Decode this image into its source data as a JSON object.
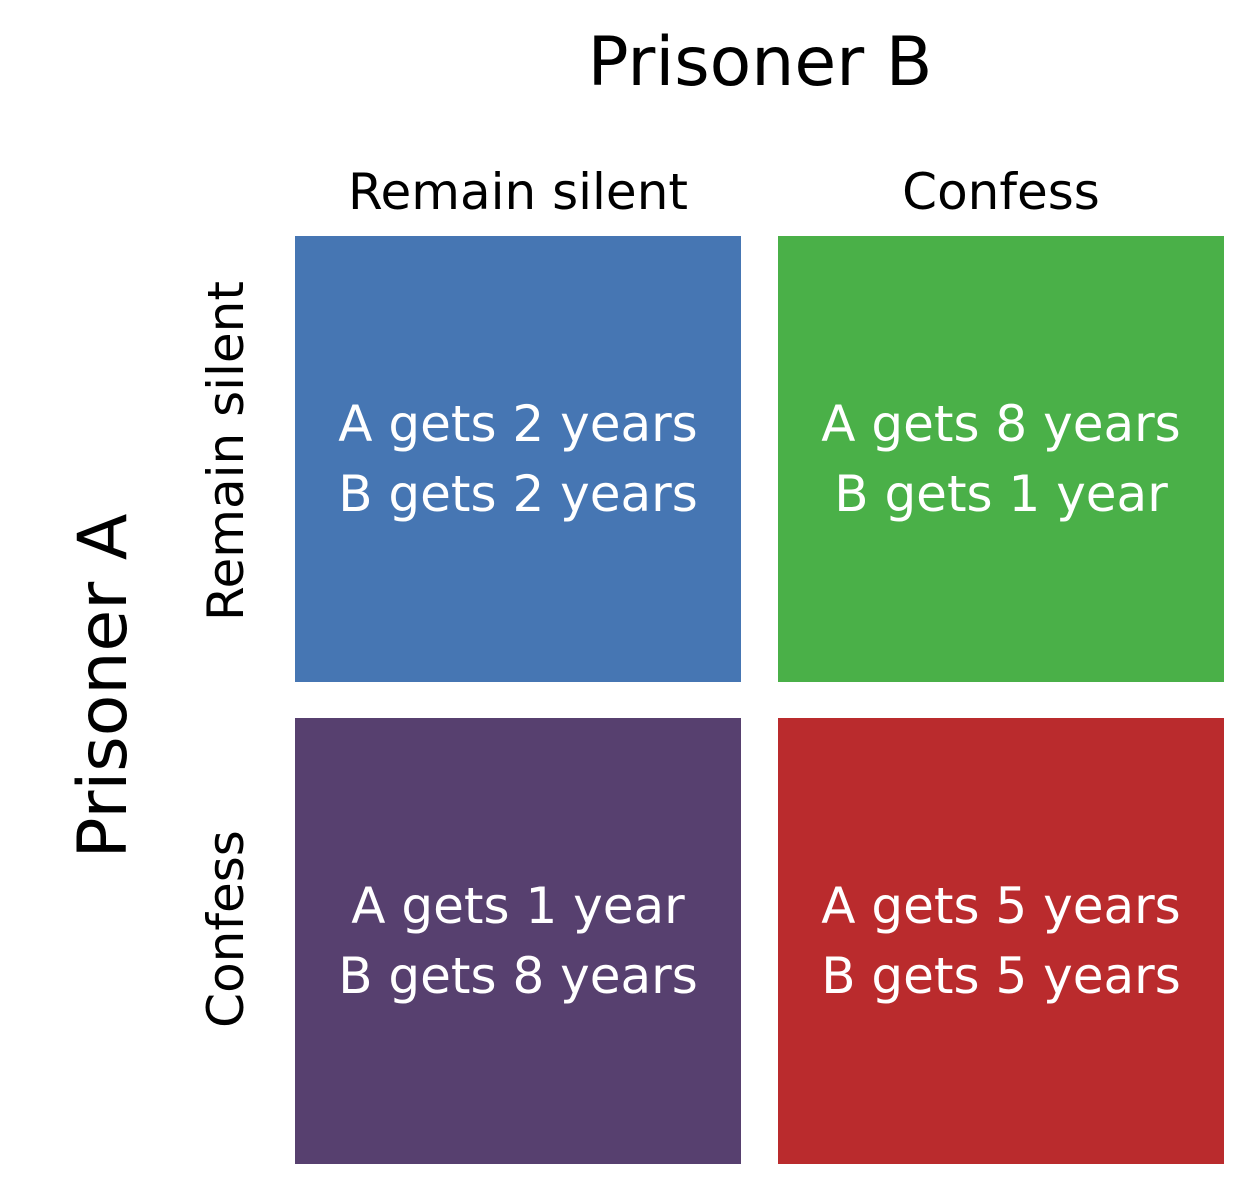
{
  "prisoner_b": "Prisoner B",
  "prisoner_a": "Prisoner A",
  "columns": [
    "Remain silent",
    "Confess"
  ],
  "rows": [
    "Remain silent",
    "Confess"
  ],
  "cells": [
    {
      "line_a": "A gets 2 years",
      "line_b": "B gets 2 years",
      "color": "#4676B3"
    },
    {
      "line_a": "A gets 8 years",
      "line_b": "B gets 1 year",
      "color": "#4AB048"
    },
    {
      "line_a": "A gets 1 year",
      "line_b": "B gets 8 years",
      "color": "#57406F"
    },
    {
      "line_a": "A gets 5 years",
      "line_b": "B gets 5 years",
      "color": "#BA2B2D"
    }
  ]
}
